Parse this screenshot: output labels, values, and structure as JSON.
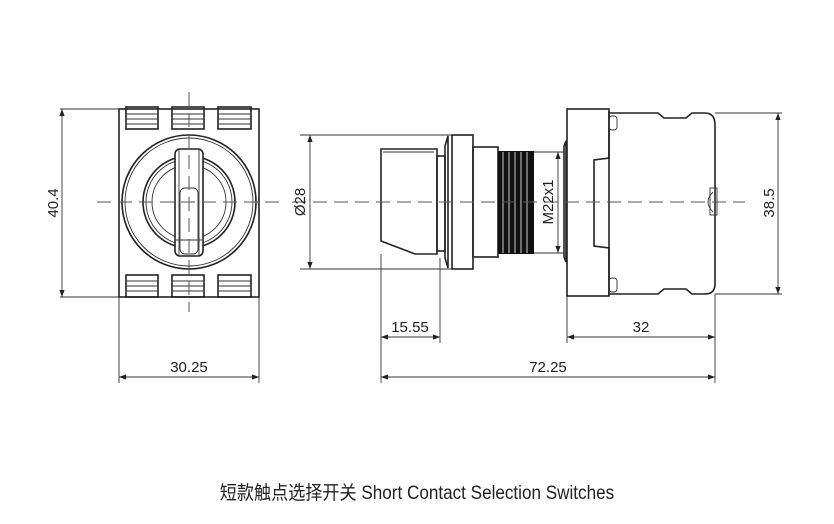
{
  "caption": "短款触点选择开关 Short Contact Selection Switches",
  "front_view": {
    "height_dim": "40.4",
    "width_dim": "30.25"
  },
  "side_view": {
    "diameter_dim": "Ø28",
    "thread_dim": "M22x1",
    "height_dim": "38.5",
    "actuator_length_dim": "15.55",
    "contact_block_length_dim": "32",
    "total_length_dim": "72.25"
  }
}
